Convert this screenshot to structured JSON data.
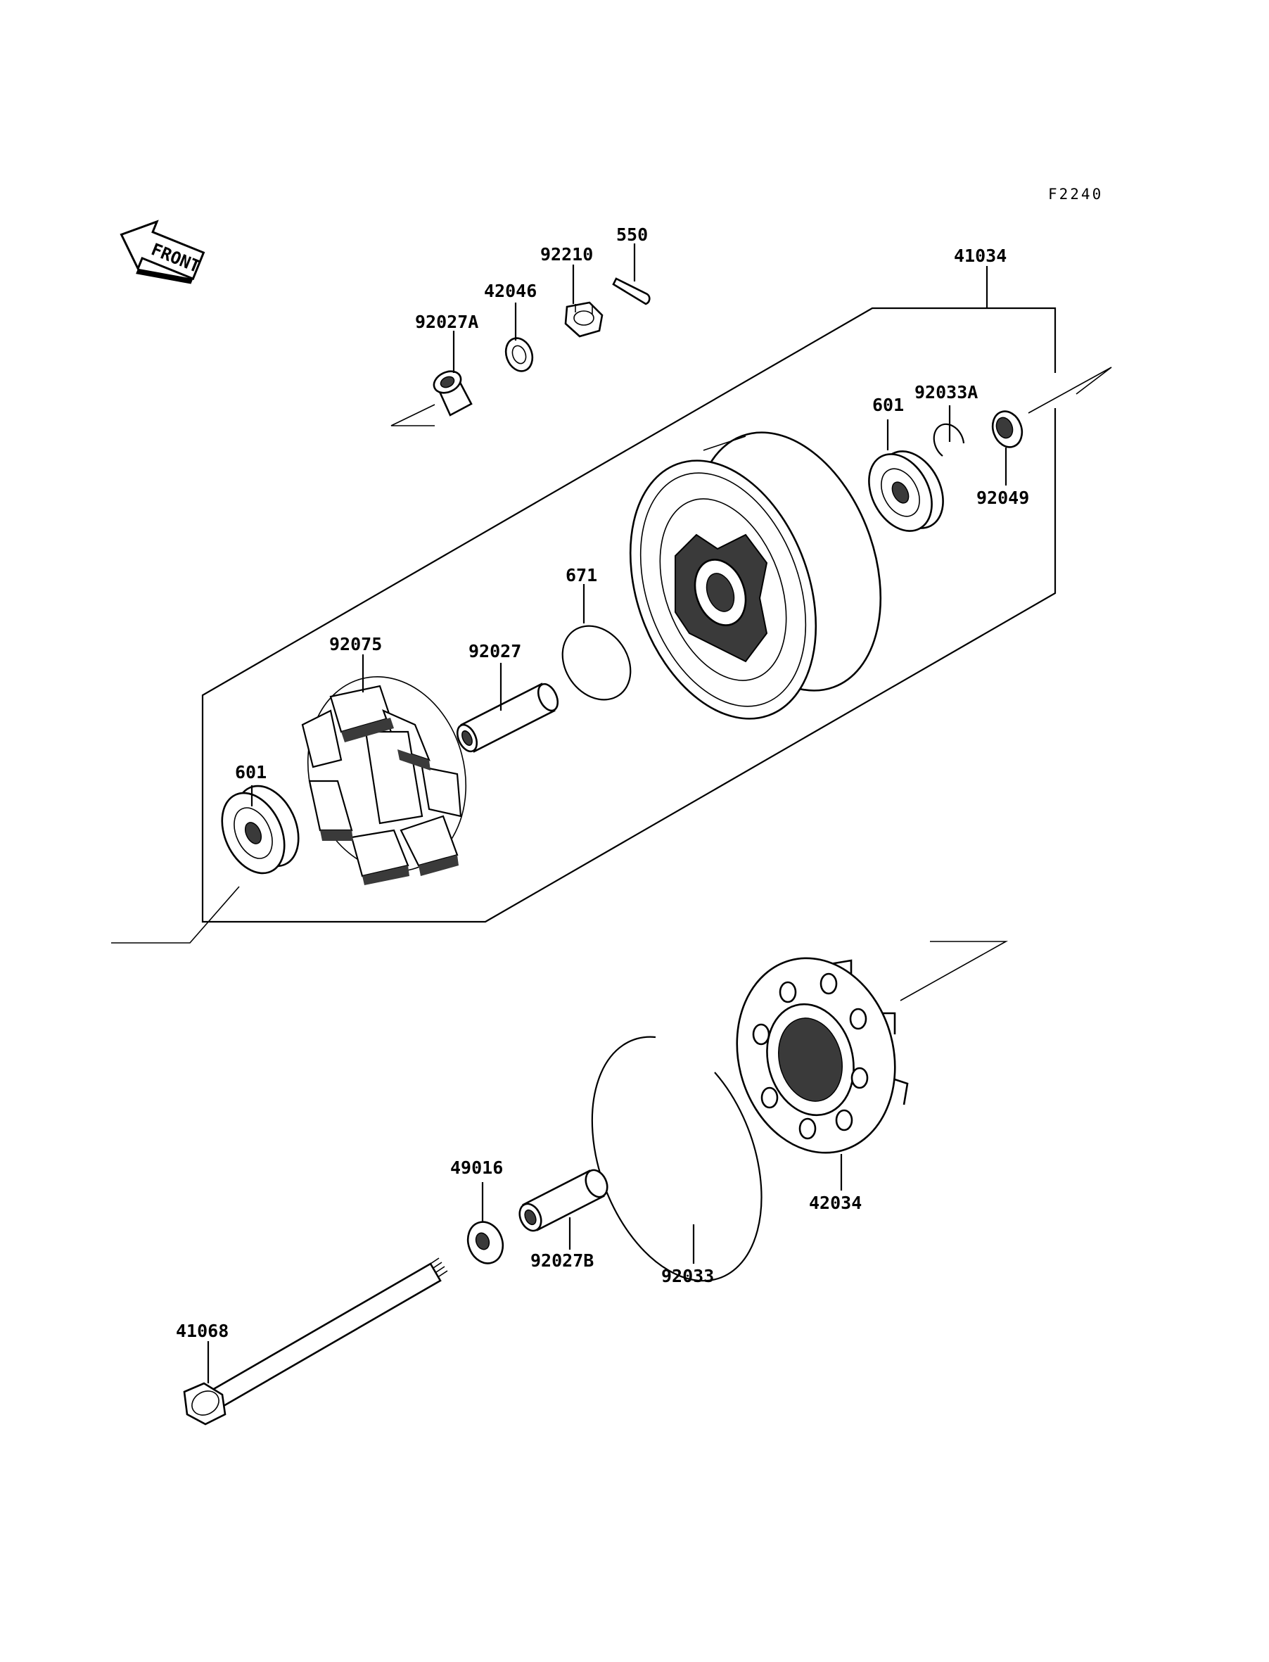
{
  "figure_code": "F2240",
  "front_label": "FRONT",
  "parts": {
    "p550": "550",
    "p92210": "92210",
    "p42046": "42046",
    "p92027A": "92027A",
    "p41034": "41034",
    "p601_top": "601",
    "p92033A": "92033A",
    "p92049": "92049",
    "p671": "671",
    "p92075": "92075",
    "p92027": "92027",
    "p601_left": "601",
    "p49016": "49016",
    "p92027B": "92027B",
    "p92033": "92033",
    "p42034": "42034",
    "p41068": "41068"
  }
}
